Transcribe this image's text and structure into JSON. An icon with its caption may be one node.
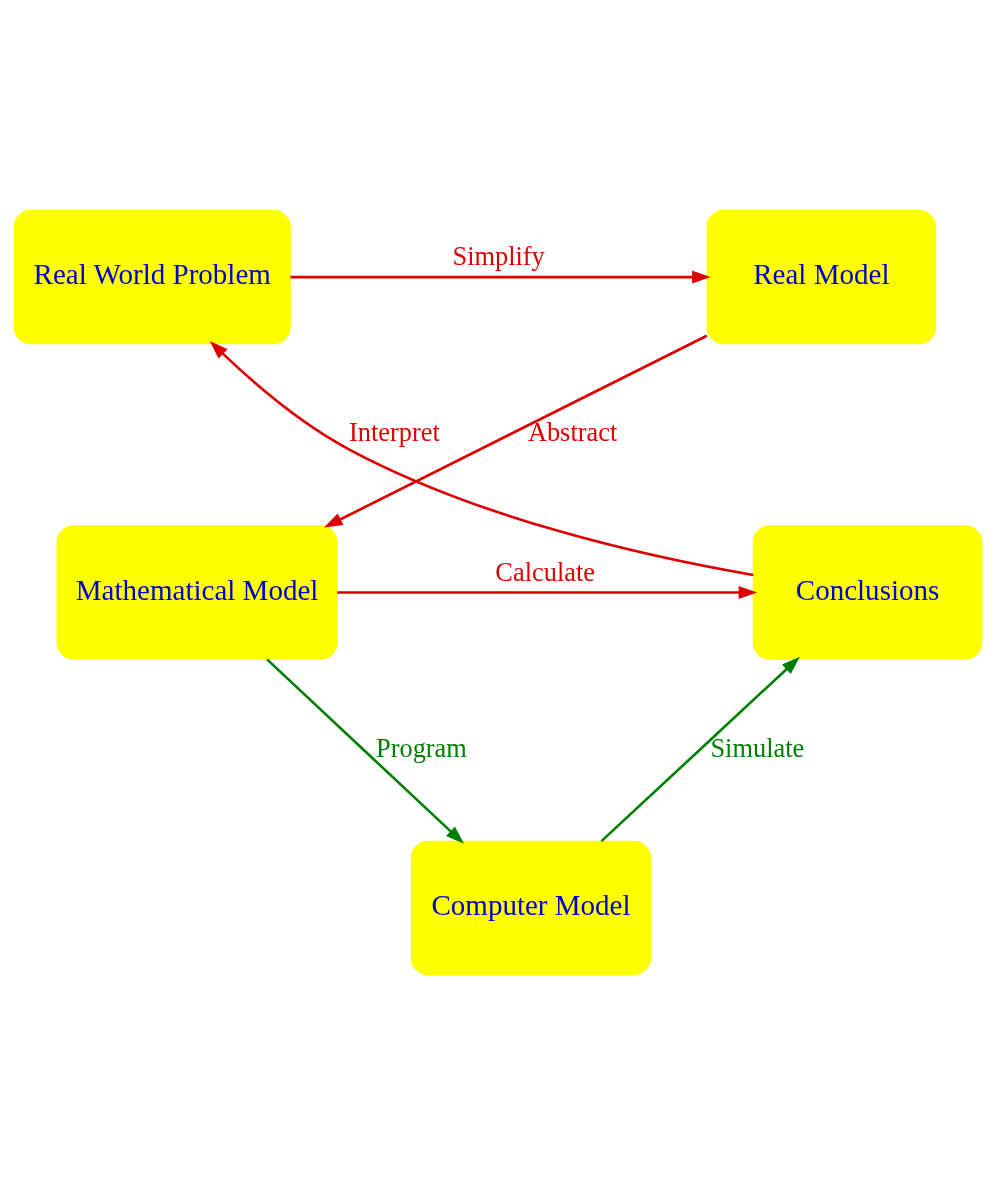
{
  "diagram": {
    "nodes": [
      {
        "text": [
          "Real World Problem"
        ]
      },
      {
        "text": [
          "Real Model"
        ]
      },
      {
        "text": [
          "Mathematical Model"
        ]
      },
      {
        "text": [
          "Conclusions"
        ]
      },
      {
        "text": [
          "Computer Model"
        ]
      }
    ],
    "edges": [
      {
        "from": 0,
        "to": 1,
        "arrow": "to",
        "label": "Simplify"
      },
      {
        "from": 1,
        "to": 2,
        "arrow": "to",
        "label": "Abstract"
      },
      {
        "from": 2,
        "to": 3,
        "arrow": "to",
        "label": "Calculate"
      },
      {
        "from": 3,
        "to": 0,
        "arrow": "to",
        "label": "Interpret"
      },
      {
        "from": 2,
        "to": 4,
        "arrow": "to",
        "label": "Program",
        "color": "#008000"
      },
      {
        "from": 4,
        "to": 3,
        "arrow": "to",
        "label": "Simulate",
        "color": "#008000"
      }
    ]
  }
}
